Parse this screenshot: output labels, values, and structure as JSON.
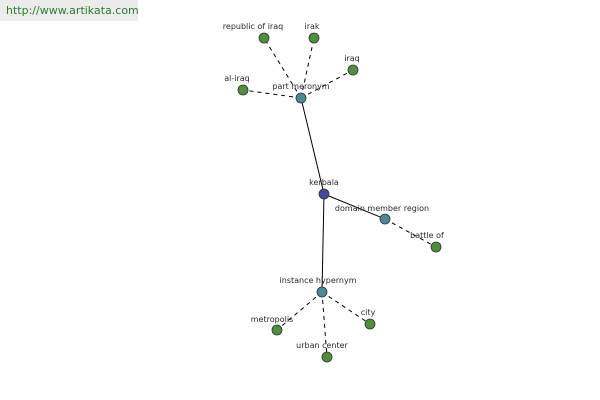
{
  "source_url": "http://www.artikata.com",
  "colors": {
    "leaf": "#4f8f3c",
    "relation": "#4a8a93",
    "center": "#3f4a9a",
    "edge": "#000000"
  },
  "graph": {
    "center": {
      "label": "kerbala"
    },
    "relations": [
      {
        "label": "part meronym",
        "edge_style": "solid",
        "children": [
          "republic of iraq",
          "irak",
          "iraq",
          "al-iraq"
        ]
      },
      {
        "label": "domain member region",
        "edge_style": "solid",
        "children": [
          "battle of"
        ]
      },
      {
        "label": "instance hypernym",
        "edge_style": "solid",
        "children": [
          "metropolis",
          "city",
          "urban center"
        ]
      }
    ]
  }
}
